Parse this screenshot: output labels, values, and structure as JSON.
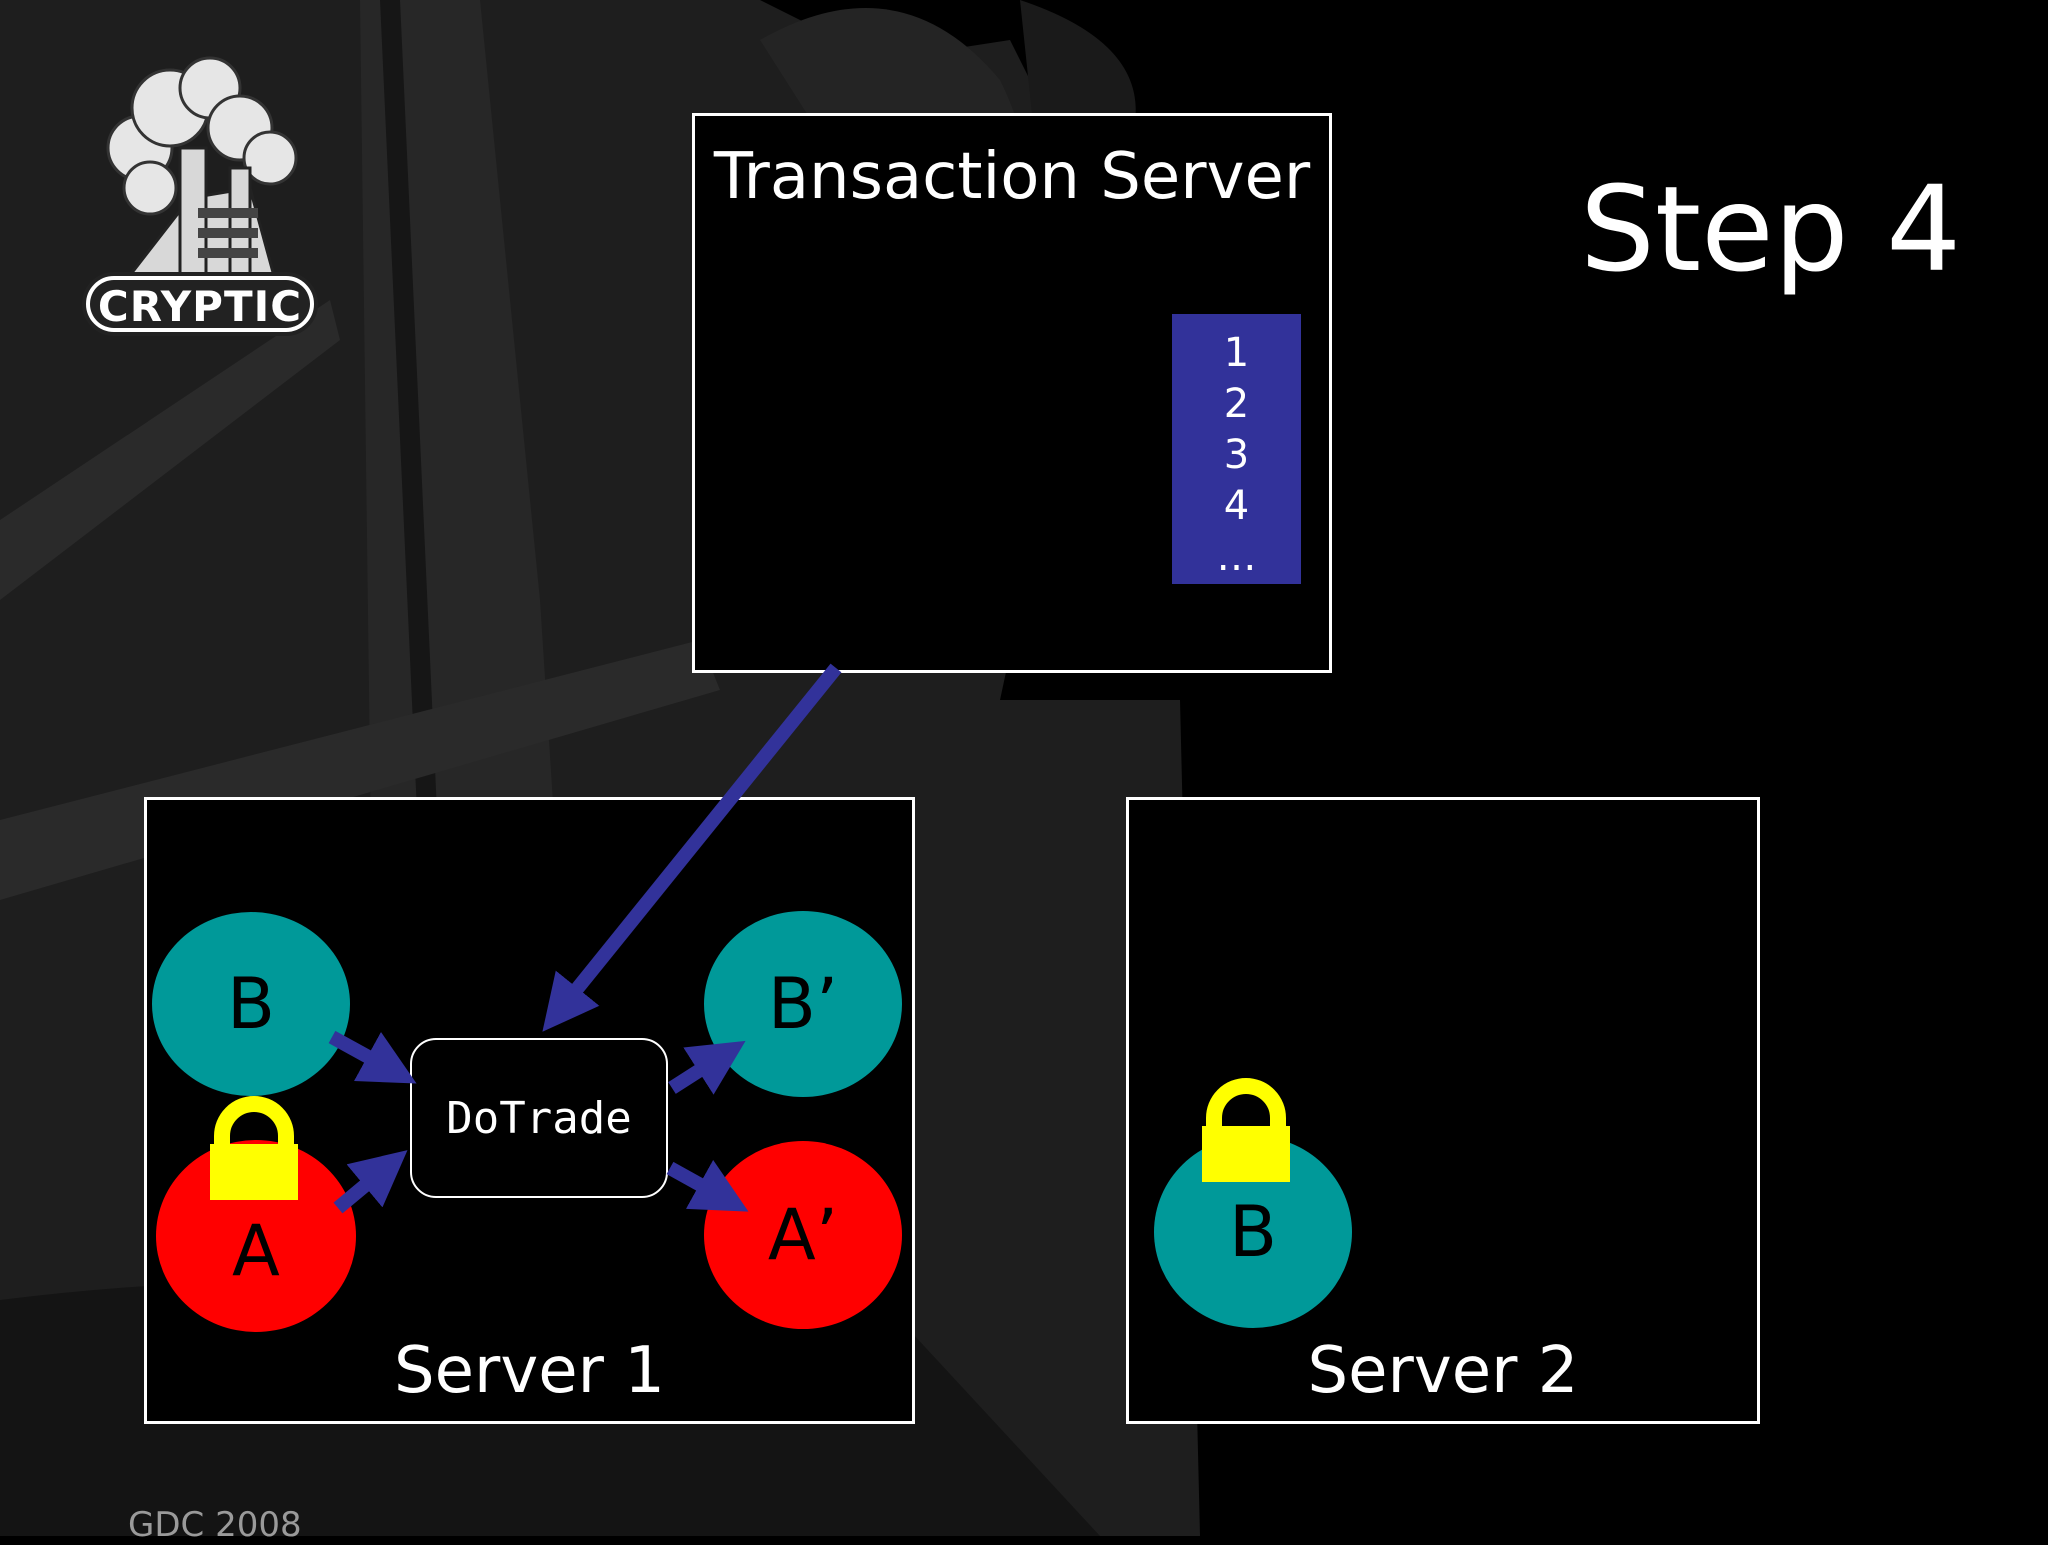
{
  "logo": {
    "text": "CRYPTIC"
  },
  "step": {
    "label": "Step 4"
  },
  "transaction_server": {
    "title": "Transaction Server",
    "queue": [
      "1",
      "2",
      "3",
      "4",
      "…"
    ]
  },
  "server1": {
    "title": "Server 1",
    "dotrade_label": "DoTrade",
    "b_label": "B",
    "a_label": "A",
    "b_prime_label": "B’",
    "a_prime_label": "A’"
  },
  "server2": {
    "title": "Server 2",
    "b_label": "B"
  },
  "footer": {
    "text": "GDC 2008"
  },
  "colors": {
    "teal": "#009999",
    "red": "#ff0000",
    "lock": "#ffff00",
    "arrow": "#32329a"
  }
}
